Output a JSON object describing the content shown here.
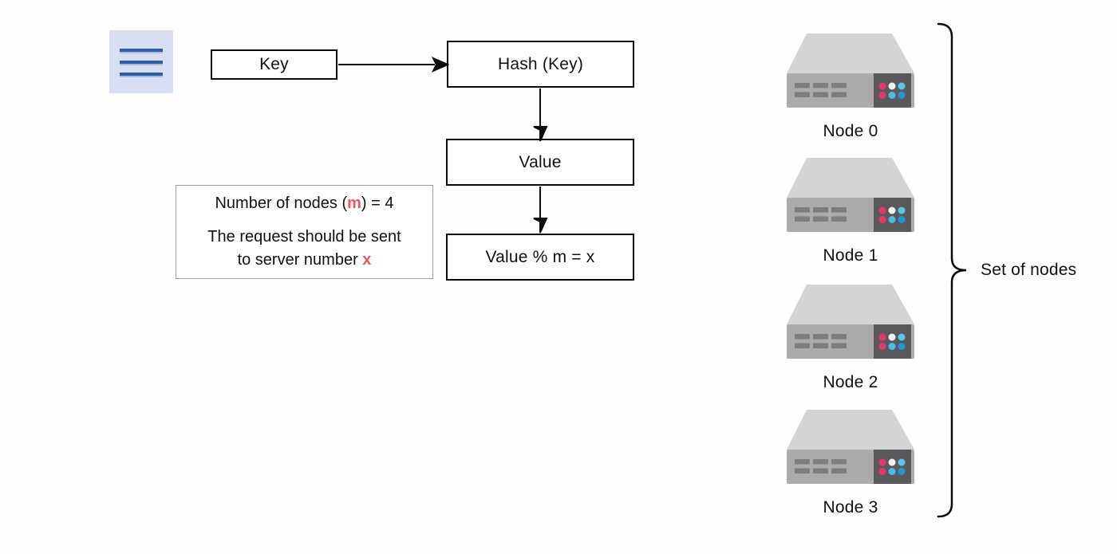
{
  "flow": {
    "key": "Key",
    "hash": "Hash (Key)",
    "value": "Value",
    "mod": "Value % m = x"
  },
  "note": {
    "line1_prefix": "Number of nodes (",
    "line1_var": "m",
    "line1_suffix": ") = 4",
    "line2": "The request should be sent",
    "line3_prefix": "to server number ",
    "line3_var": "x"
  },
  "nodes": [
    {
      "label": "Node 0"
    },
    {
      "label": "Node 1"
    },
    {
      "label": "Node 2"
    },
    {
      "label": "Node 3"
    }
  ],
  "group_label": "Set of nodes",
  "icons": {
    "menu": "hamburger-menu-icon",
    "server": "server-icon",
    "brace": "curly-brace"
  },
  "colors": {
    "accent_red": "#eb5757",
    "menu_bg": "#d9dff2",
    "menu_line_dark": "#2e5ea6",
    "menu_line_light": "#a9bde2",
    "box_border": "#0b0b0b",
    "note_border": "#9f9f9f",
    "server_lid": "#d4d4d6",
    "server_front": "#ababad",
    "server_panel": "#59595b",
    "server_vent": "#7d7d7f",
    "dot_pink": "#e73568",
    "dot_white": "#f2f2f2",
    "dot_light_blue": "#5bc5ee",
    "dot_mid_blue": "#4cbbe9",
    "dot_deep_blue": "#2098d5"
  }
}
